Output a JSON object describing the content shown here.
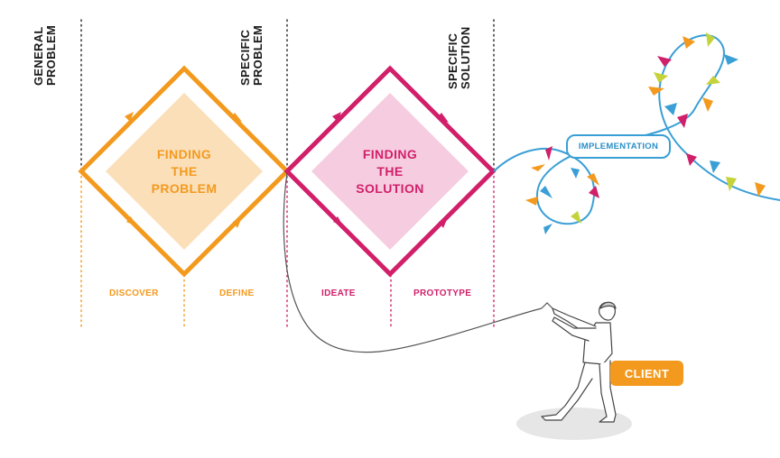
{
  "stages": [
    {
      "line1": "GENERAL",
      "line2": "PROBLEM"
    },
    {
      "line1": "SPECIFIC",
      "line2": "PROBLEM"
    },
    {
      "line1": "SPECIFIC",
      "line2": "SOLUTION"
    }
  ],
  "diamonds": [
    {
      "line1": "FINDING",
      "line2": "THE",
      "line3": "PROBLEM"
    },
    {
      "line1": "FINDING",
      "line2": "THE",
      "line3": "SOLUTION"
    }
  ],
  "phases": {
    "discover": "DISCOVER",
    "define": "DEFINE",
    "ideate": "IDEATE",
    "prototype": "PROTOTYPE"
  },
  "implementation_label": "IMPLEMENTATION",
  "client_label": "CLIENT",
  "colors": {
    "problem": "#f39a1e",
    "problem_fill": "#fbdfb9",
    "solution": "#d11f6a",
    "solution_fill": "#f6cde0",
    "implementation": "#3a9fd6",
    "client": "#f39a1e",
    "flag_colors": [
      "#f39a1e",
      "#3a9fd6",
      "#d11f6a",
      "#c5d33a"
    ]
  }
}
